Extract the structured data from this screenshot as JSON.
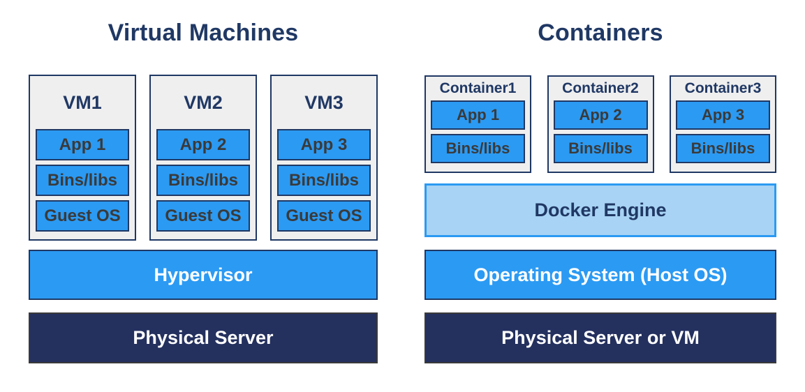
{
  "left": {
    "title": "Virtual Machines",
    "vms": [
      {
        "name": "VM1",
        "layers": [
          "App 1",
          "Bins/libs",
          "Guest OS"
        ]
      },
      {
        "name": "VM2",
        "layers": [
          "App 2",
          "Bins/libs",
          "Guest OS"
        ]
      },
      {
        "name": "VM3",
        "layers": [
          "App 3",
          "Bins/libs",
          "Guest OS"
        ]
      }
    ],
    "bars": [
      {
        "label": "Hypervisor"
      },
      {
        "label": "Physical Server"
      }
    ]
  },
  "right": {
    "title": "Containers",
    "containers": [
      {
        "name": "Container1",
        "layers": [
          "App 1",
          "Bins/libs"
        ]
      },
      {
        "name": "Container2",
        "layers": [
          "App 2",
          "Bins/libs"
        ]
      },
      {
        "name": "Container3",
        "layers": [
          "App 3",
          "Bins/libs"
        ]
      }
    ],
    "bars": [
      {
        "label": "Docker Engine"
      },
      {
        "label": "Operating System (Host OS)"
      },
      {
        "label": "Physical Server or VM"
      }
    ]
  },
  "colors": {
    "navy_text": "#203864",
    "navy_border": "#1F3864",
    "bright_blue": "#2B9AF3",
    "pale_blue": "#A8D3F4",
    "dark_navy": "#24305E",
    "box_gray": "#EFEFEF",
    "dark_text": "#3A3A3A",
    "bar_dark_border": "#3A3A3A"
  }
}
